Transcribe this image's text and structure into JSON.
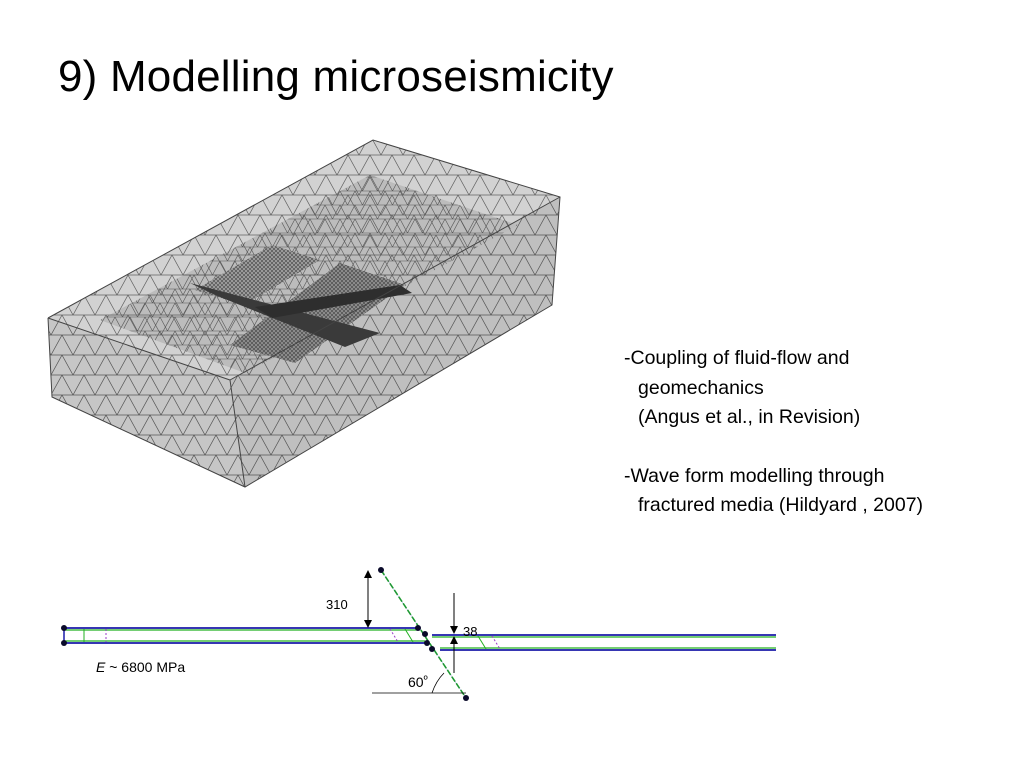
{
  "slide": {
    "title": "9) Modelling microseismicity"
  },
  "bullets": {
    "item1": {
      "line1": "-Coupling of fluid-flow and",
      "line2": "geomechanics",
      "line3": "(Angus et al., in Revision)"
    },
    "item2": {
      "line1": "-Wave form modelling through",
      "line2": "fractured media (Hildyard , 2007)"
    }
  },
  "diagram": {
    "dimension_top": "310",
    "dimension_gap": "38",
    "modulus_symbol": "E",
    "modulus_value": " ~ 6800 MPa",
    "angle_value": "60",
    "angle_unit": "º",
    "colors": {
      "edge_blue": "#1a1aa8",
      "fault_green": "#22b022",
      "dash_purple": "#9a3cc8",
      "node": "#0a0a2a"
    }
  },
  "mesh": {
    "colors": {
      "face": "#cfcfcf",
      "side": "#bdbdbd",
      "grid": "#555555",
      "fine": "#3a3a3a"
    }
  }
}
